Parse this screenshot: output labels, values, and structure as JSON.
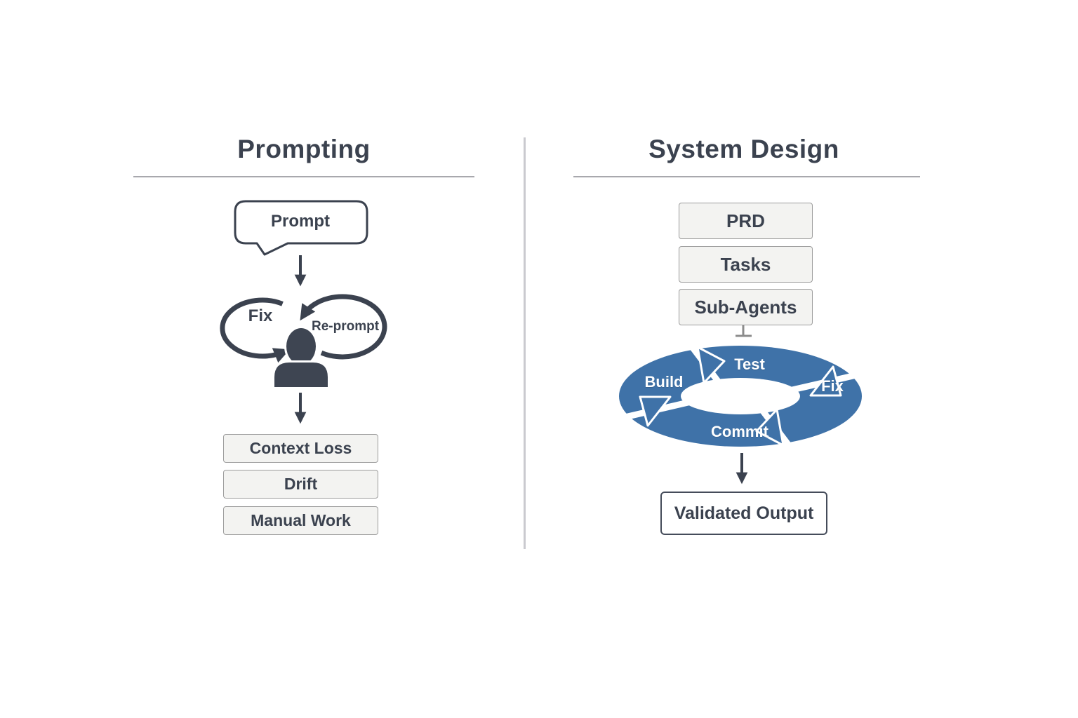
{
  "left": {
    "title": "Prompting",
    "bubble_label": "Prompt",
    "loops": {
      "fix": "Fix",
      "reprompt": "Re-prompt"
    },
    "outcomes": [
      "Context Loss",
      "Drift",
      "Manual Work"
    ]
  },
  "right": {
    "title": "System Design",
    "inputs": [
      "PRD",
      "Tasks",
      "Sub-Agents"
    ],
    "cycle": [
      "Build",
      "Test",
      "Fix",
      "Commit"
    ],
    "output": "Validated Output"
  },
  "colors": {
    "dark_slate": "#3b424f",
    "cycle_blue": "#3f72a8",
    "box_fill": "#f3f3f1",
    "box_border": "#9c9c9c"
  }
}
